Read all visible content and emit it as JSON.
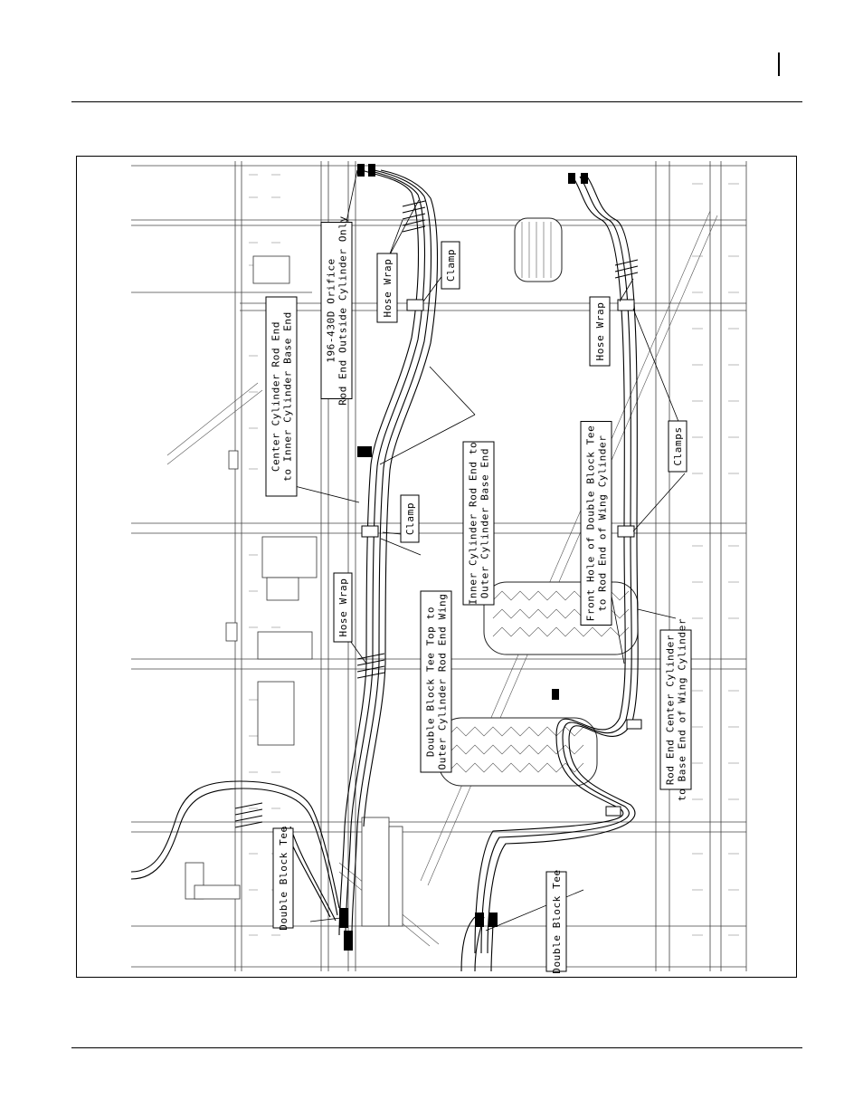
{
  "page": {
    "header_marker": "",
    "footer_text": ""
  },
  "figure": {
    "callouts": [
      {
        "id": "double-block-tee-left",
        "lines": [
          "Double Block Tee"
        ]
      },
      {
        "id": "center-cyl-rod-end",
        "lines": [
          "Center Cylinder Rod End",
          "to Inner Cylinder Base End"
        ]
      },
      {
        "id": "orifice",
        "lines": [
          "196-430D Orifice",
          "Rod End Outside Cylinder Only"
        ]
      },
      {
        "id": "hose-wrap-top",
        "lines": [
          "Hose Wrap"
        ]
      },
      {
        "id": "clamp-top",
        "lines": [
          "Clamp"
        ]
      },
      {
        "id": "hose-wrap-mid",
        "lines": [
          "Hose Wrap"
        ]
      },
      {
        "id": "clamp-mid",
        "lines": [
          "Clamp"
        ]
      },
      {
        "id": "double-block-tee-top",
        "lines": [
          "Double Block Tee Top to",
          "Outer Cylinder Rod End Wing"
        ]
      },
      {
        "id": "inner-cyl-rod-end",
        "lines": [
          "Inner Cylinder Rod End to",
          "Outer Cylinder Base End"
        ]
      },
      {
        "id": "hose-wrap-right",
        "lines": [
          "Hose Wrap"
        ]
      },
      {
        "id": "front-hole",
        "lines": [
          "Front Hole of Double Block Tee",
          "to Rod End of Wing Cylinder"
        ]
      },
      {
        "id": "clamps-right",
        "lines": [
          "Clamps"
        ]
      },
      {
        "id": "rod-end-center",
        "lines": [
          "Rod End Center Cylinder",
          "to Base End of Wing Cylinder"
        ]
      },
      {
        "id": "double-block-tee-bottom",
        "lines": [
          "Double Block Tee"
        ]
      }
    ]
  }
}
